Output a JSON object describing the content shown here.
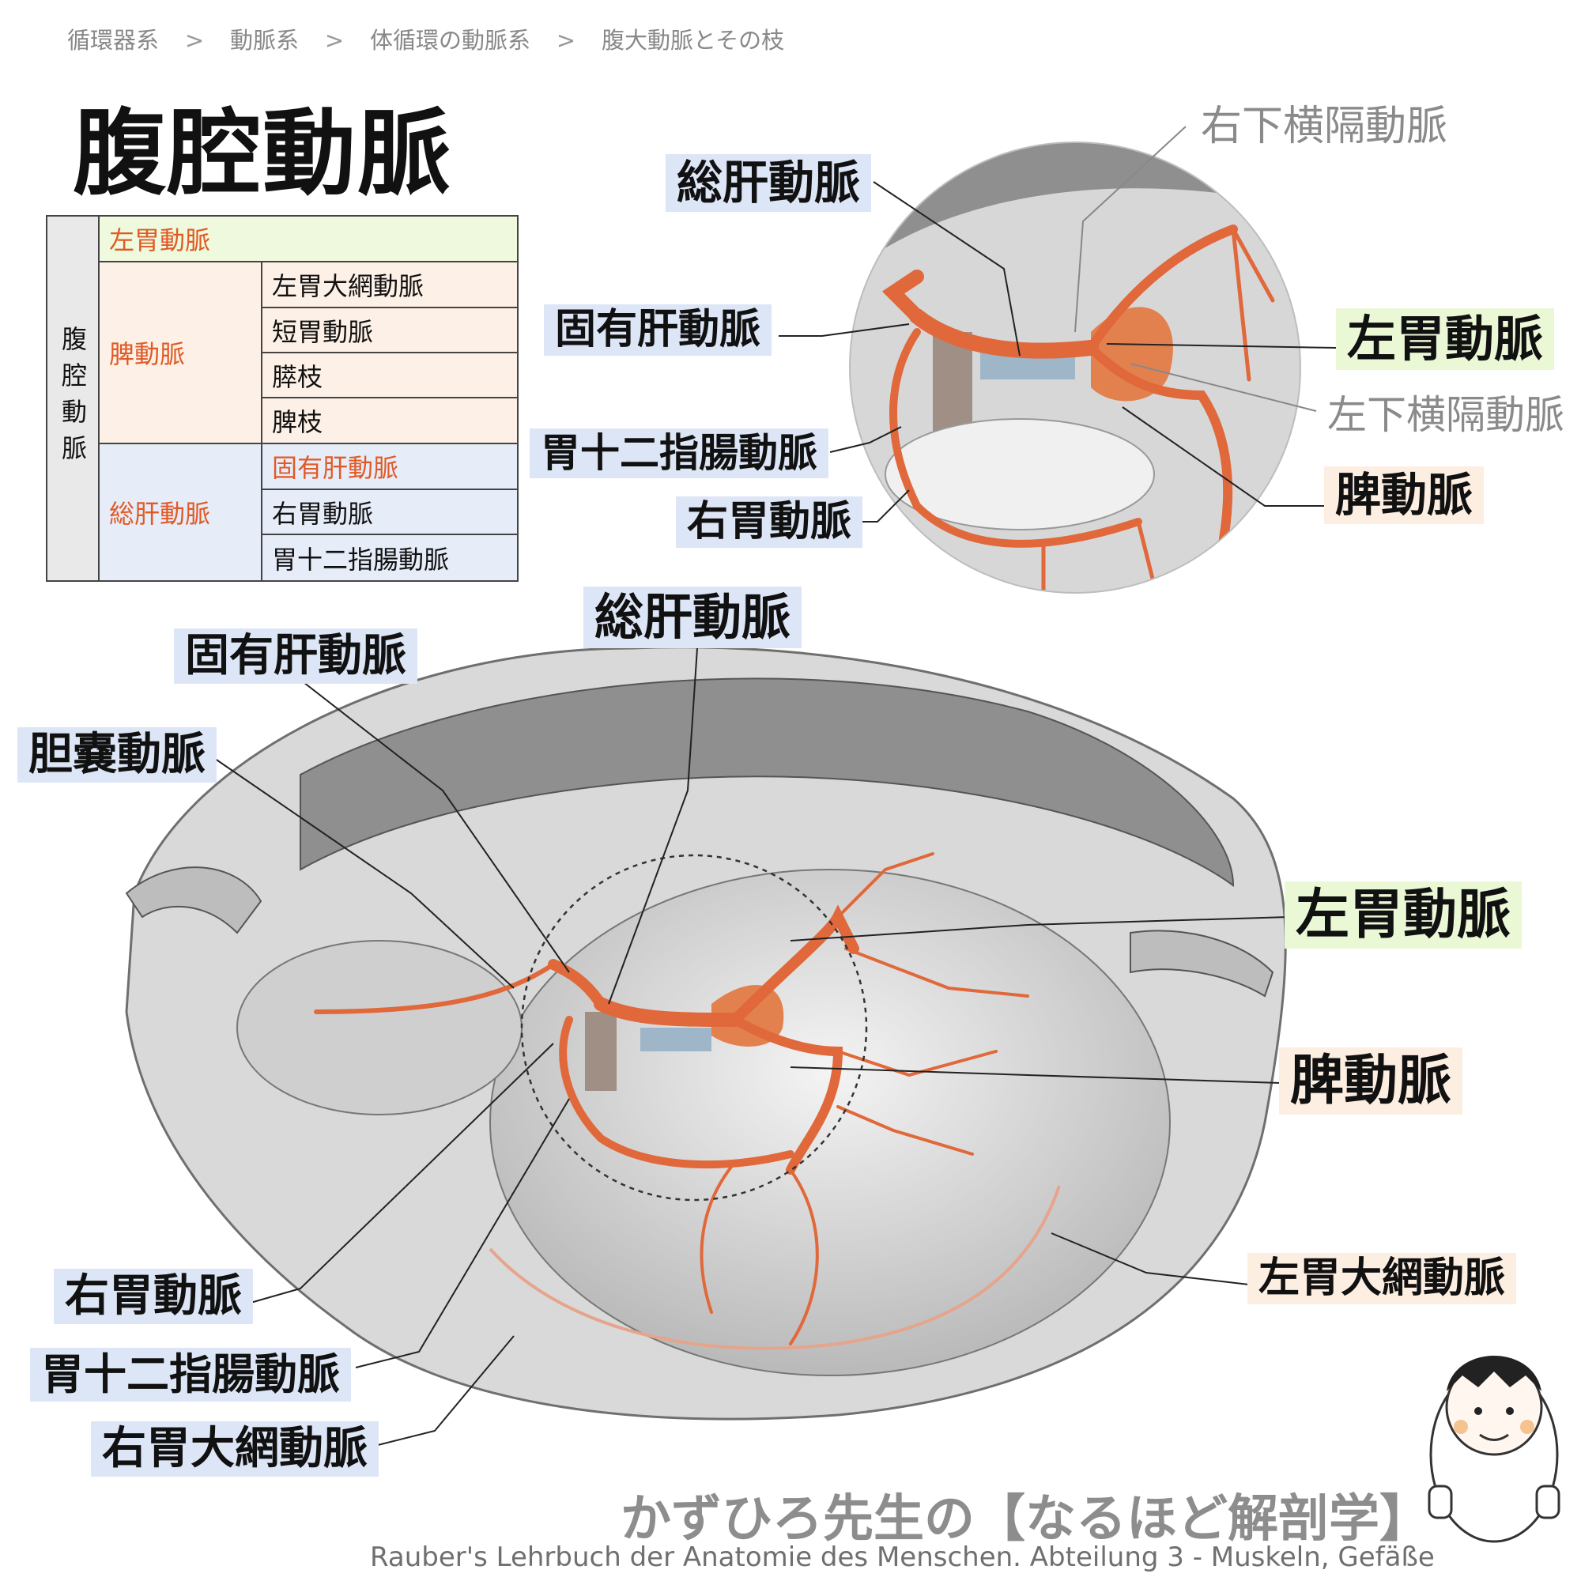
{
  "breadcrumb": {
    "items": [
      "循環器系",
      "動脈系",
      "体循環の動脈系",
      "腹大動脈とその枝"
    ],
    "separator": ">"
  },
  "page_title": "腹腔動脈",
  "branch_table": {
    "root": "腹腔動脈",
    "left_gastric": "左胃動脈",
    "splenic": {
      "name": "脾動脈",
      "branches": [
        "左胃大網動脈",
        "短胃動脈",
        "膵枝",
        "脾枝"
      ]
    },
    "common_hepatic": {
      "name": "総肝動脈",
      "branches": [
        "固有肝動脈",
        "右胃動脈",
        "胃十二指腸動脈"
      ]
    }
  },
  "inset_labels": {
    "right_inferior_phrenic": "右下横隔動脈",
    "common_hepatic": "総肝動脈",
    "proper_hepatic": "固有肝動脈",
    "left_gastric": "左胃動脈",
    "left_inferior_phrenic": "左下横隔動脈",
    "gastroduodenal": "胃十二指腸動脈",
    "right_gastric": "右胃動脈",
    "splenic": "脾動脈"
  },
  "main_labels": {
    "common_hepatic": "総肝動脈",
    "proper_hepatic": "固有肝動脈",
    "cystic": "胆嚢動脈",
    "left_gastric": "左胃動脈",
    "splenic": "脾動脈",
    "right_gastric": "右胃動脈",
    "gastroduodenal": "胃十二指腸動脈",
    "right_gastroepiploic": "右胃大網動脈",
    "left_gastroepiploic": "左胃大網動脈"
  },
  "footer": {
    "brand": "かずひろ先生の【なるほど解剖学】",
    "credit": "Rauber's Lehrbuch der Anatomie des Menschen. Abteilung 3 - Muskeln, Gefäße"
  },
  "colors": {
    "artery": "#e0683a",
    "highlight_red": "#e05a26",
    "label_blue": "#dde6f6",
    "label_green": "#eaf8d6",
    "label_peach": "#fdeee2"
  }
}
